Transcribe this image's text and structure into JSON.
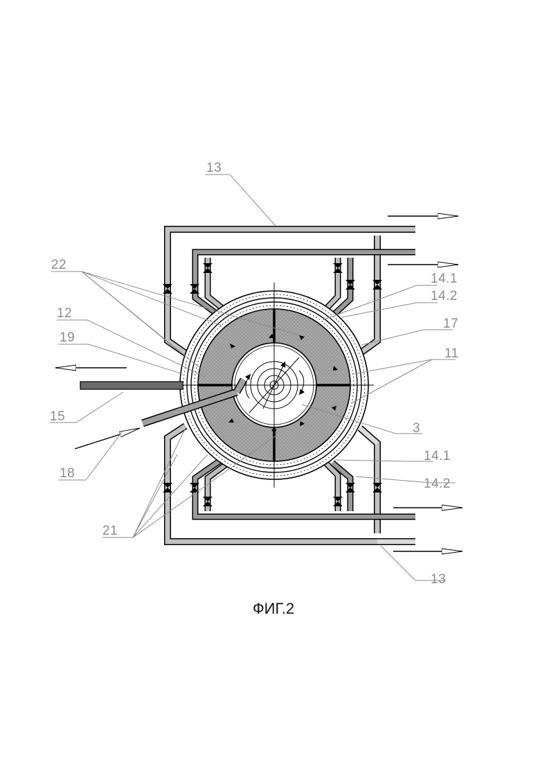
{
  "figure": {
    "caption": "ФИГ.2",
    "labels": {
      "l13_top": "13",
      "l22": "22",
      "l12": "12",
      "l19": "19",
      "l15": "15",
      "l18": "18",
      "l21": "21",
      "l14_1_top": "14.1",
      "l14_2_top": "14.2",
      "l17": "17",
      "l11": "11",
      "l3": "3",
      "l14_1_bot": "14.1",
      "l14_2_bot": "14.2",
      "l13_bot": "13"
    }
  },
  "colors": {
    "pipe_light": "#c2c2c2",
    "pipe_medium": "#9a9a9a",
    "pipe_dark": "#6b6b6b",
    "fill_ring": "#a9a9a9",
    "label": "#8a8a8a",
    "line": "#000000"
  }
}
